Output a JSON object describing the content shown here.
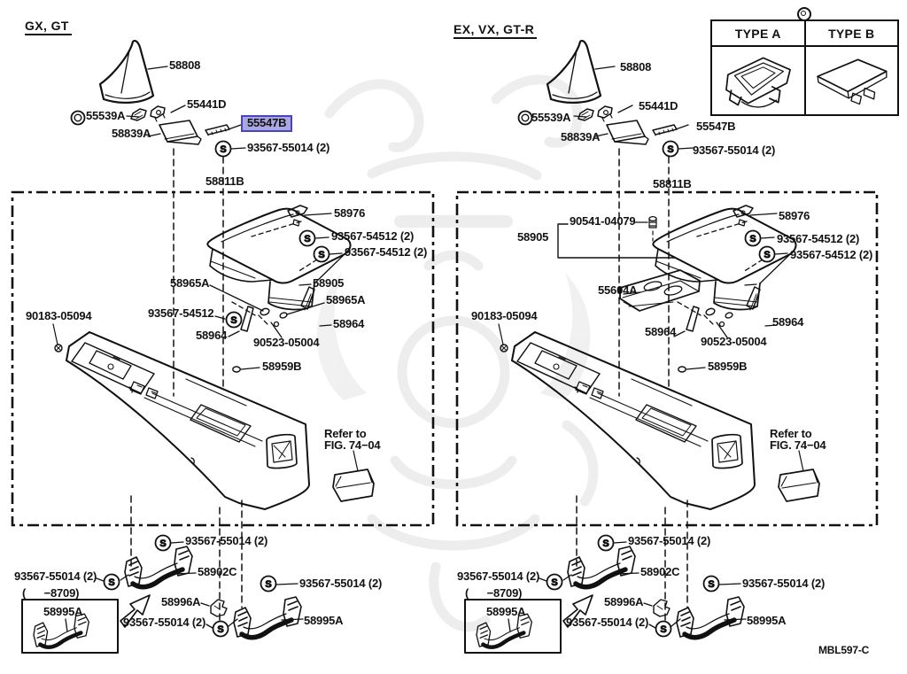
{
  "variants": {
    "left": "GX, GT",
    "right": "EX, VX, GT-R"
  },
  "type_table": {
    "col_a": "TYPE A",
    "col_b": "TYPE B"
  },
  "footer": {
    "drawing_code": "MBL597-C"
  },
  "highlight": {
    "selected_part": "55547B",
    "background": "#a9a6e2",
    "border": "#4a44bd"
  },
  "parts": {
    "boot": "58808",
    "plate_55441D": "55441D",
    "ring_55539A": "55539A",
    "lever_plate_58839A": "58839A",
    "comb_55547B": "55547B",
    "screw_93567_55014_2": "93567-55014 (2)",
    "console_58811B": "58811B",
    "bracket_58976": "58976",
    "screw_93567_54512_2": "93567-54512 (2)",
    "screw_93567_54512": "93567-54512",
    "clip_58965A": "58965A",
    "lid_58905": "58905",
    "hinge_58964": "58964",
    "screw_90523_05004": "90523-05004",
    "screw_90183_05094": "90183-05094",
    "grommet_58959B": "58959B",
    "refer_line1": "Refer to",
    "refer_line2": "FIG. 74−04",
    "bracket_58902C": "58902C",
    "clip_58996A": "58996A",
    "bracket_58995A": "58995A",
    "date_range": "(      −8709)",
    "pin_90541_04079": "90541-04079",
    "panel_55604A": "55604A",
    "s_marker": "S"
  }
}
